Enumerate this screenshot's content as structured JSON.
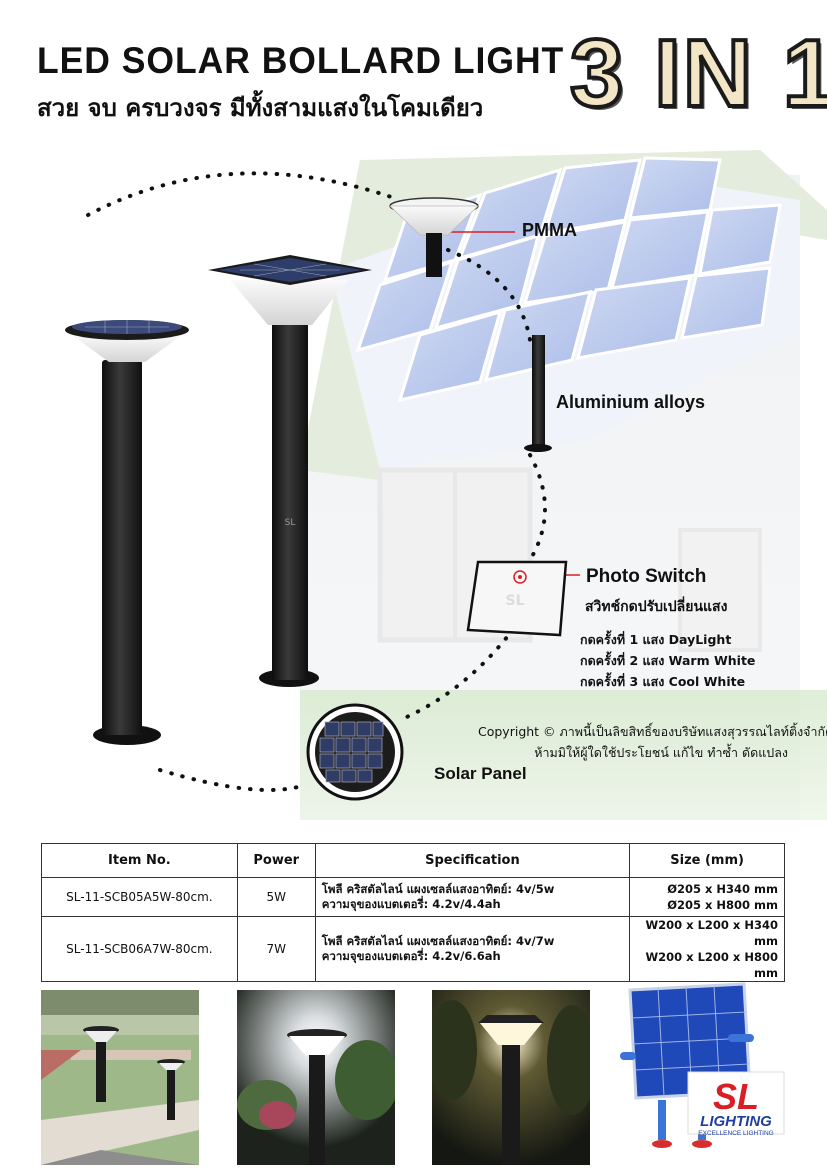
{
  "header": {
    "title_en": "LED SOLAR BOLLARD LIGHT",
    "title_th": "สวย จบ ครบวงจร มีทั้งสามแสงในโคมเดียว",
    "badge": "3 IN 1"
  },
  "callouts": {
    "pmma": "PMMA",
    "aluminium": "Aluminium alloys",
    "photo_switch": "Photo Switch",
    "photo_switch_th": "สวิทช์กดปรับเปลี่ยนแสง",
    "press_steps": [
      "กดครั้งที่ 1 แสง DayLight",
      "กดครั้งที่ 2 แสง Warm White",
      "กดครั้งที่ 3 แสง Cool White"
    ],
    "solar_panel": "Solar Panel"
  },
  "copyright": {
    "line1": "Copyright © ภาพนี้เป็นลิขสิทธิ์ของบริษัทแสงสุวรรณไลท์ติ้งจำกัด",
    "line2": "ห้ามมิให้ผู้ใดใช้ประโยชน์ แก้ไข ทำซ้ำ ดัดแปลง"
  },
  "table": {
    "headers": [
      "Item No.",
      "Power",
      "Specification",
      "Size (mm)"
    ],
    "rows": [
      {
        "item": "SL-11-SCB05A5W-80cm.",
        "power": "5W",
        "spec1": "โพลี คริสตัลไลน์ แผงเซลล์แสงอาทิตย์: 4v/5w",
        "spec2": "ความจุของแบตเตอรี่: 4.2v/4.4ah",
        "size1": "Ø205 x H340 mm",
        "size2": "Ø205 x H800 mm"
      },
      {
        "item": "SL-11-SCB06A7W-80cm.",
        "power": "7W",
        "spec1": "โพลี คริสตัลไลน์ แผงเซลล์แสงอาทิตย์: 4v/7w",
        "spec2": "ความจุของแบตเตอรี่: 4.2v/6.6ah",
        "size1": "W200 x L200 x H340 mm",
        "size2": "W200 x L200 x H800 mm"
      }
    ]
  },
  "logo": {
    "mark": "SL",
    "name": "LIGHTING",
    "tagline": "EXCELLENCE LIGHTING"
  },
  "colors": {
    "accent_red": "#d91f26",
    "logo_blue": "#1f3f9f",
    "post_black": "#1b1b1b"
  }
}
